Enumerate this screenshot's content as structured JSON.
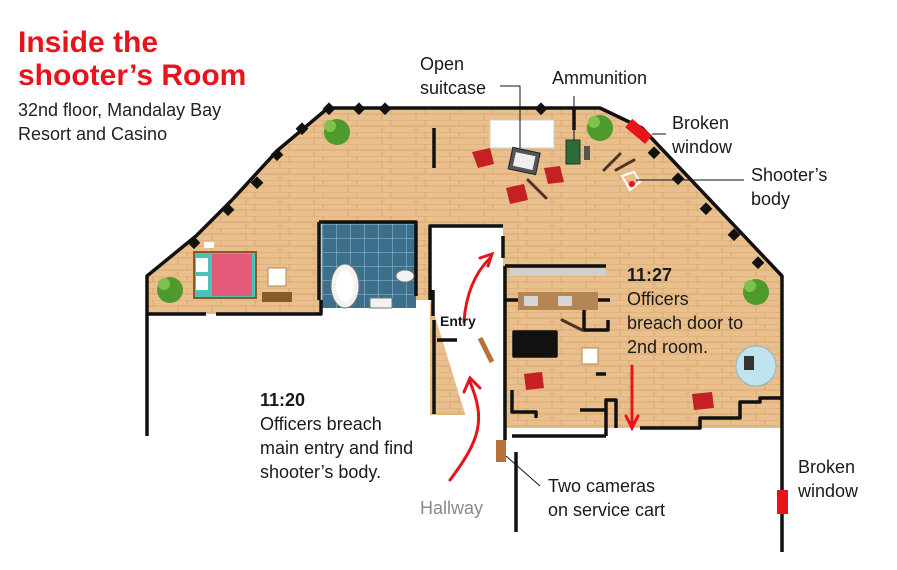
{
  "title": {
    "line1": "Inside the",
    "line2": "shooter’s Room"
  },
  "subtitle": {
    "line1": "32nd floor, Mandalay Bay",
    "line2": "Resort and Casino"
  },
  "labels": {
    "open_suitcase": [
      "Open",
      "suitcase"
    ],
    "ammunition": "Ammunition",
    "broken_window_top": [
      "Broken",
      "window"
    ],
    "shooters_body": [
      "Shooter’s",
      "body"
    ],
    "entry": "Entry",
    "broken_window_right": [
      "Broken",
      "window"
    ],
    "two_cameras": [
      "Two cameras",
      "on service cart"
    ],
    "hallway": "Hallway"
  },
  "events": [
    {
      "time": "11:27",
      "text": [
        "Officers",
        "breach door to",
        "2nd room."
      ]
    },
    {
      "time": "11:20",
      "text": [
        "Officers breach",
        "main entry and find",
        "shooter’s body."
      ]
    }
  ],
  "colors": {
    "title": "#e8141b",
    "floor": "#e9c08d",
    "wall": "#111111",
    "arrow": "#e8141b",
    "chair": "#c42026",
    "window": "#e8141b",
    "plant": "#4f9a2c",
    "bath_tile": "#3b6f8c"
  },
  "icons": [
    "plant-icon",
    "bed-icon",
    "chair-icon",
    "suitcase-icon",
    "ammunition-icon",
    "rifle-icon",
    "bathtub-icon",
    "toilet-icon",
    "table-icon",
    "camera-cart-icon"
  ]
}
